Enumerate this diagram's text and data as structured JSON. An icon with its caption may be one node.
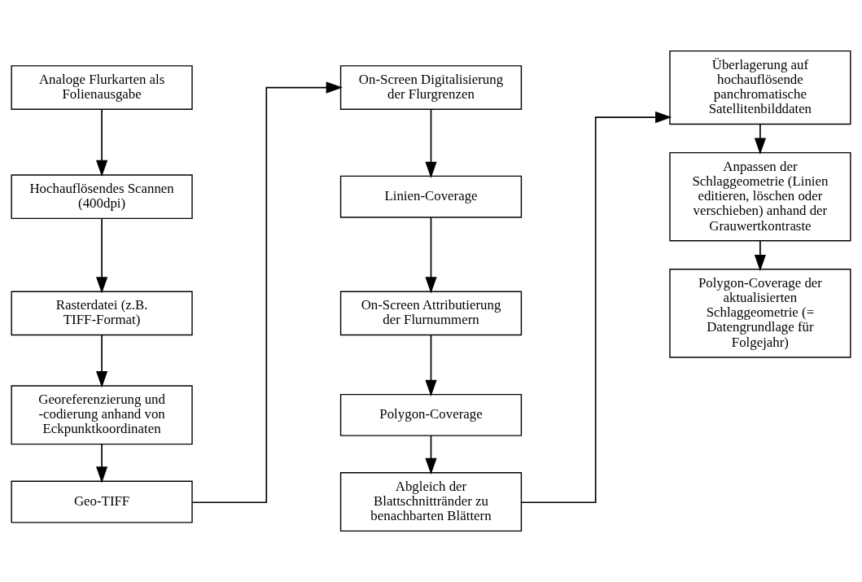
{
  "diagram": {
    "nodes": [
      {
        "text": [
          "Analoge Flurkarten als Folienausgabe"
        ]
      },
      {
        "text": [
          "Hochauflösendes Scannen (400dpi)"
        ]
      },
      {
        "text": [
          "Rasterdatei (z.B. TIFF-Format)"
        ]
      },
      {
        "text": [
          "Georeferenzierung und -codierung anhand von Eckpunktkoordinaten"
        ]
      },
      {
        "text": [
          "Geo-TIFF"
        ]
      },
      {
        "text": [
          "On-Screen Digitalisierung der Flurgrenzen"
        ]
      },
      {
        "text": [
          "Linien-Coverage"
        ]
      },
      {
        "text": [
          "On-Screen Attributierung der Flurnummern"
        ]
      },
      {
        "text": [
          "Polygon-Coverage"
        ]
      },
      {
        "text": [
          "Abgleich der Blattschnittränder zu benachbarten Blättern"
        ]
      },
      {
        "text": [
          "Überlagerung auf hochauflösende panchromatische Satellitenbilddaten"
        ]
      },
      {
        "text": [
          "Anpassen der Schlaggeometrie (Linien editieren, löschen oder verschieben) anhand der Grauwertkontraste"
        ]
      },
      {
        "text": [
          "Polygon-Coverage der aktualisierten Schlaggeometrie (= Datengrundlage für Folgejahr)"
        ]
      }
    ],
    "edges": [
      {
        "from": 0,
        "to": 1,
        "arrow": "to"
      },
      {
        "from": 1,
        "to": 2,
        "arrow": "to"
      },
      {
        "from": 2,
        "to": 3,
        "arrow": "to"
      },
      {
        "from": 3,
        "to": 4,
        "arrow": "to"
      },
      {
        "from": 4,
        "to": 5,
        "arrow": "to"
      },
      {
        "from": 5,
        "to": 6,
        "arrow": "to"
      },
      {
        "from": 6,
        "to": 7,
        "arrow": "to"
      },
      {
        "from": 7,
        "to": 8,
        "arrow": "to"
      },
      {
        "from": 8,
        "to": 9,
        "arrow": "to"
      },
      {
        "from": 9,
        "to": 10,
        "arrow": "to"
      },
      {
        "from": 10,
        "to": 11,
        "arrow": "to"
      },
      {
        "from": 11,
        "to": 12,
        "arrow": "to"
      }
    ]
  }
}
